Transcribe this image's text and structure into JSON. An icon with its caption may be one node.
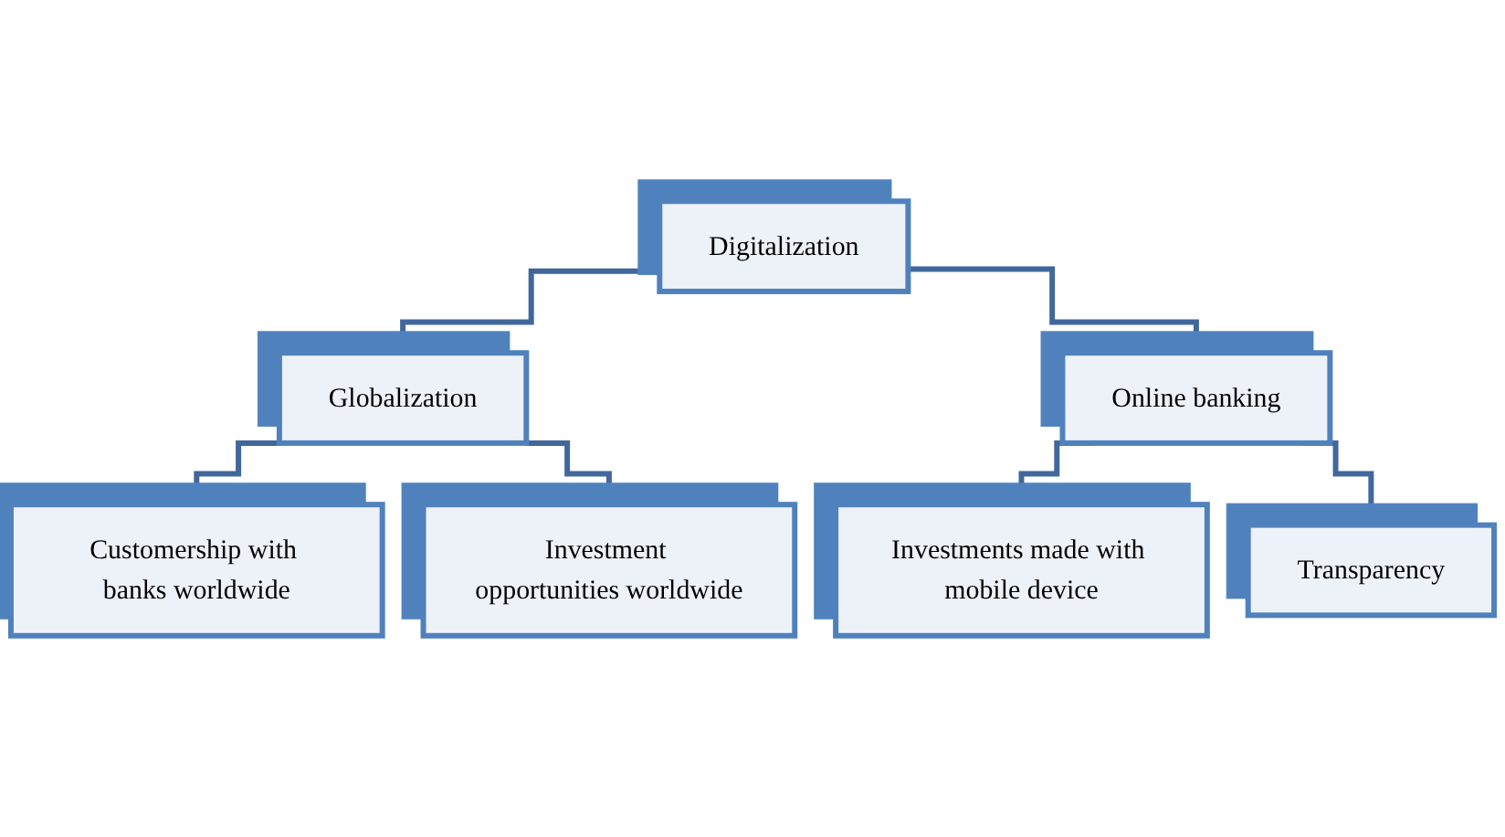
{
  "diagram": {
    "nodes": [
      {
        "text": [
          "Digitalization"
        ]
      },
      {
        "text": [
          "Globalization"
        ]
      },
      {
        "text": [
          "Online banking"
        ]
      },
      {
        "text": [
          "Customership with banks worldwide"
        ]
      },
      {
        "text": [
          "Investment opportunities worldwide"
        ]
      },
      {
        "text": [
          "Investments made with mobile device"
        ]
      },
      {
        "text": [
          "Transparency"
        ]
      }
    ],
    "edges": [
      {
        "from": 0,
        "to": 1,
        "arrow": "none"
      },
      {
        "from": 0,
        "to": 2,
        "arrow": "none"
      },
      {
        "from": 1,
        "to": 3,
        "arrow": "none"
      },
      {
        "from": 1,
        "to": 4,
        "arrow": "none"
      },
      {
        "from": 2,
        "to": 5,
        "arrow": "none"
      },
      {
        "from": 2,
        "to": 6,
        "arrow": "none"
      }
    ]
  }
}
